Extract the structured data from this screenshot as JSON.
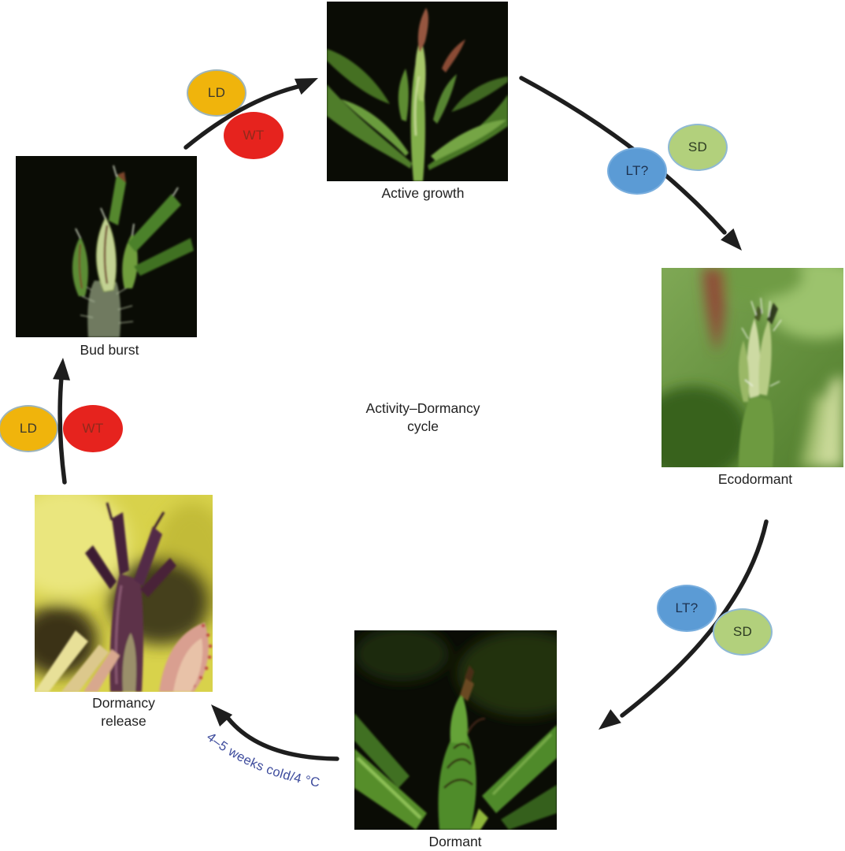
{
  "diagram": {
    "title_line1": "Activity–Dormancy",
    "title_line2": "cycle"
  },
  "stages": {
    "active_growth": "Active growth",
    "ecodormant": "Ecodormant",
    "dormant": "Dormant",
    "dormancy_release_line1": "Dormancy",
    "dormancy_release_line2": "release",
    "bud_burst": "Bud burst"
  },
  "signals": {
    "ld": "LD",
    "wt": "WT",
    "sd": "SD",
    "lt": "LT?"
  },
  "annotation": {
    "cold": "4–5 weeks cold/4 °C"
  },
  "colors": {
    "ld_fill": "#f0b40c",
    "ld_border": "#9db4bb",
    "ld_text": "#3a382f",
    "wt_fill": "#e6231e",
    "wt_border": "#e6231e",
    "wt_text": "#8f2a1c",
    "sd_fill": "#b2d07c",
    "sd_border": "#8fb9d4",
    "sd_text": "#2c3b22",
    "lt_fill": "#5b9bd5",
    "lt_border": "#79aede",
    "lt_text": "#1d3250",
    "arrow": "#1e1e1e",
    "annotation_text": "#3c4a9c"
  }
}
